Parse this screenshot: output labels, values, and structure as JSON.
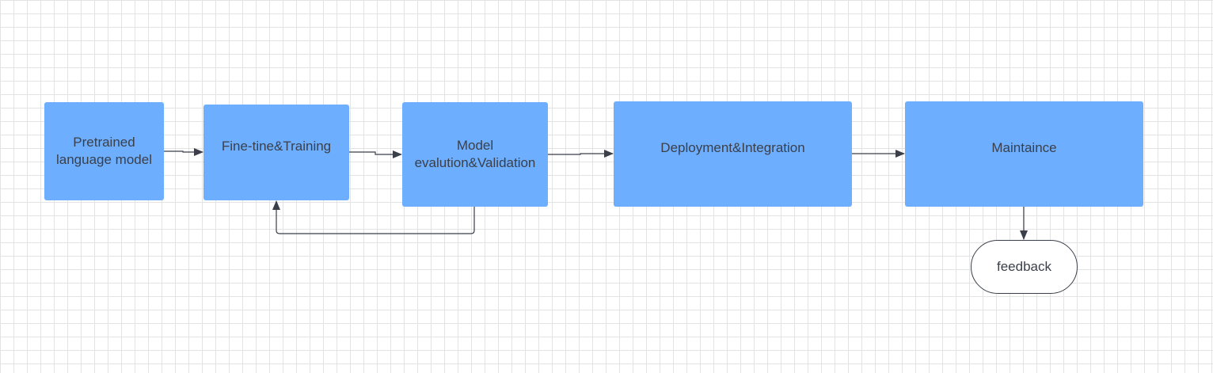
{
  "diagram": {
    "fill_color": "#6daffe",
    "stroke_color": "#3a3f4a",
    "nodes": {
      "pretrained": "Pretrained\nlanguage model",
      "finetune": "Fine-tine&Training",
      "evaluation": "Model\nevalution&Validation",
      "deployment": "Deployment&Integration",
      "maintenance": "Maintaince",
      "feedback": "feedback"
    },
    "edges": [
      {
        "from": "pretrained",
        "to": "finetune"
      },
      {
        "from": "finetune",
        "to": "evaluation"
      },
      {
        "from": "evaluation",
        "to": "deployment"
      },
      {
        "from": "evaluation",
        "to": "finetune"
      },
      {
        "from": "deployment",
        "to": "maintenance"
      },
      {
        "from": "maintenance",
        "to": "feedback"
      }
    ]
  }
}
